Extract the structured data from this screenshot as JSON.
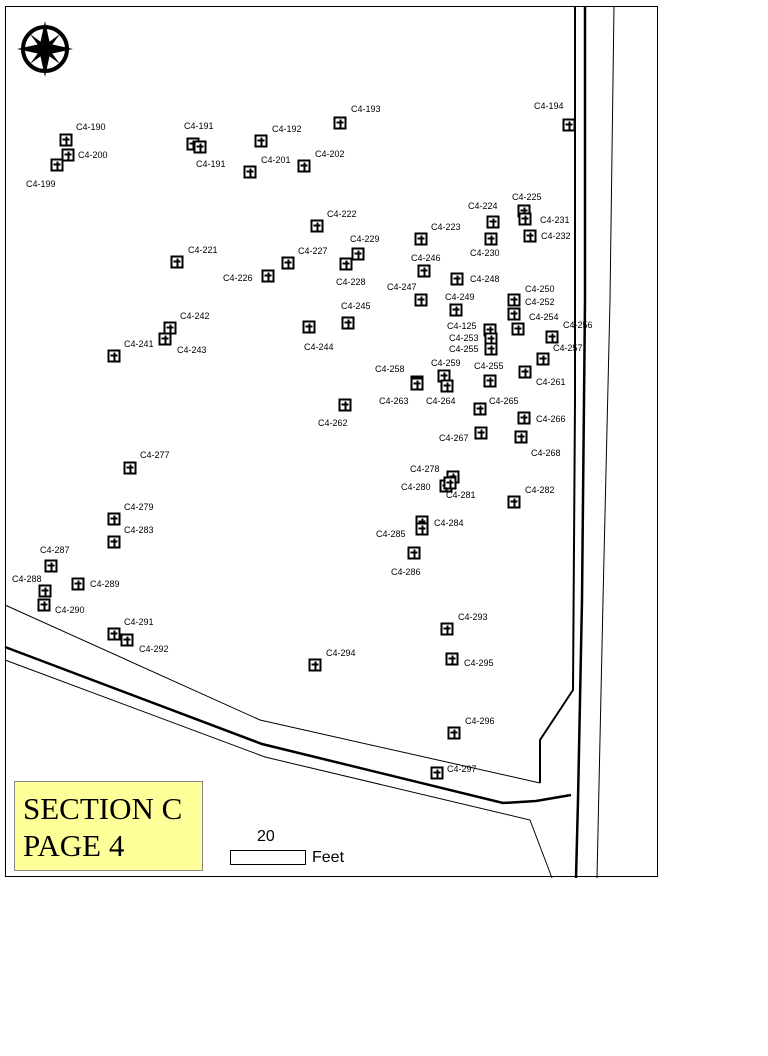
{
  "title": {
    "line1": "SECTION C",
    "line2": "PAGE 4"
  },
  "scale": {
    "value": "20",
    "unit": "Feet"
  },
  "compass_icon": "compass-rose-icon",
  "grave_icon": "cross-in-box-icon",
  "graves": [
    "C4-190",
    "C4-200",
    "C4-199",
    "C4-191",
    "C4-191",
    "C4-192",
    "C4-193",
    "C4-201",
    "C4-202",
    "C4-194",
    "C4-222",
    "C4-221",
    "C4-227",
    "C4-226",
    "C4-229",
    "C4-228",
    "C4-223",
    "C4-224",
    "C4-225",
    "C4-231",
    "C4-230",
    "C4-232",
    "C4-246",
    "C4-248",
    "C4-247",
    "C4-249",
    "C4-250",
    "C4-252",
    "C4-254",
    "C4-256",
    "C4-257",
    "C4-125",
    "C4-253",
    "C4-255",
    "C4-255",
    "C4-261",
    "C4-245",
    "C4-244",
    "C4-242",
    "C4-243",
    "C4-241",
    "C4-258",
    "C4-259",
    "C4-263",
    "C4-264",
    "C4-265",
    "C4-266",
    "C4-262",
    "C4-267",
    "C4-268",
    "C4-277",
    "C4-278",
    "C4-280",
    "C4-281",
    "C4-282",
    "C4-279",
    "C4-283",
    "C4-284",
    "C4-285",
    "C4-286",
    "C4-287",
    "C4-288",
    "C4-289",
    "C4-290",
    "C4-291",
    "C4-292",
    "C4-293",
    "C4-294",
    "C4-295",
    "C4-296",
    "C4-297"
  ]
}
